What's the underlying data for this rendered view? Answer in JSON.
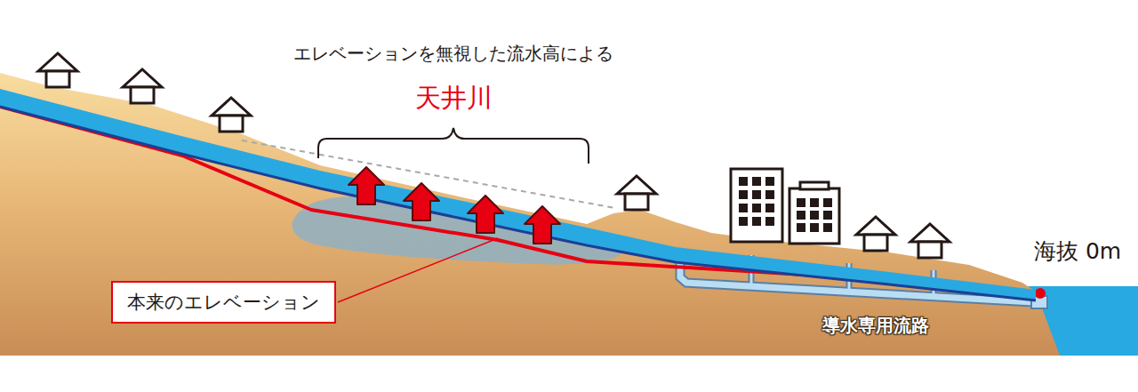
{
  "diagram": {
    "nodes": [
      {
        "text": [
          "本来のエレベーション"
        ]
      }
    ],
    "labels": [
      "エレベーションを無視した流水高による",
      "天井川",
      "海抜 0m",
      "導水専用流路"
    ]
  }
}
